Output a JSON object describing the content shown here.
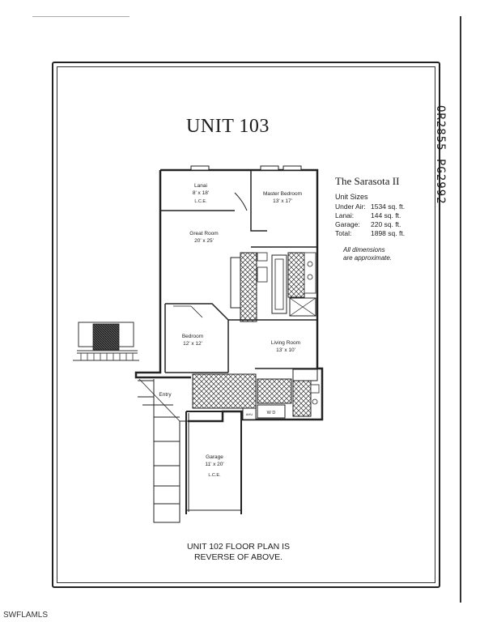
{
  "document": {
    "title": "UNIT 103",
    "side_stamp": "OR2855 PG2992",
    "plan_name": "The Sarasota II",
    "unit_sizes_heading": "Unit Sizes",
    "sizes": [
      {
        "label": "Under Air:",
        "value": "1534 sq. ft."
      },
      {
        "label": "Lanai:",
        "value": "144 sq. ft."
      },
      {
        "label": "Garage:",
        "value": "220 sq. ft."
      },
      {
        "label": "Total:",
        "value": "1898 sq. ft."
      }
    ],
    "note_line1": "All dimensions",
    "note_line2": "are approximate.",
    "caption_line1": "UNIT 102 FLOOR PLAN IS",
    "caption_line2": "REVERSE OF ABOVE.",
    "watermark": "SWFLAMLS"
  },
  "rooms": {
    "lanai_name": "Lanai",
    "lanai_dim": "8' x 18'",
    "lanai_lce": "L.C.E.",
    "master_name": "Master Bedroom",
    "master_dim": "13' x 17'",
    "great_name": "Great Room",
    "great_dim": "20' x 25'",
    "bedroom_name": "Bedroom",
    "bedroom_dim": "12' x 12'",
    "living_name": "Living Room",
    "living_dim": "13' x 10'",
    "entry": "Entry",
    "garage_name": "Garage",
    "garage_dim": "11' x 20'",
    "garage_lce": "L.C.E.",
    "wd": "W  D",
    "ahu": "AHU"
  }
}
